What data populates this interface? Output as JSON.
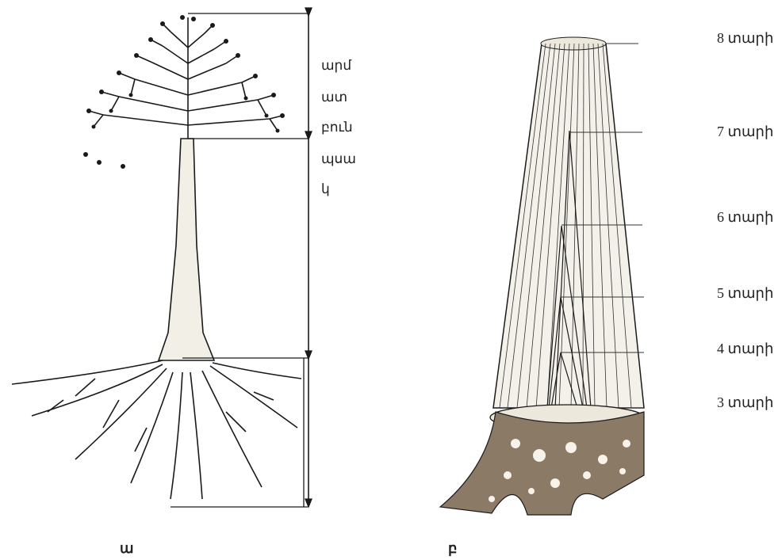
{
  "tree_labels": {
    "crown_lines": [
      "արմ",
      "ատ",
      "բուն",
      "պսա",
      "կ"
    ]
  },
  "age_labels": [
    "8 տարի",
    "7 տարի",
    "6 տարի",
    "5 տարի",
    "4 տարի",
    "3 տարի"
  ],
  "captions": {
    "left": "ա",
    "right": "բ"
  },
  "colors": {
    "ink": "#1a1a1a",
    "wood": "#f4f1ea",
    "bark": "#5a4a3a"
  }
}
